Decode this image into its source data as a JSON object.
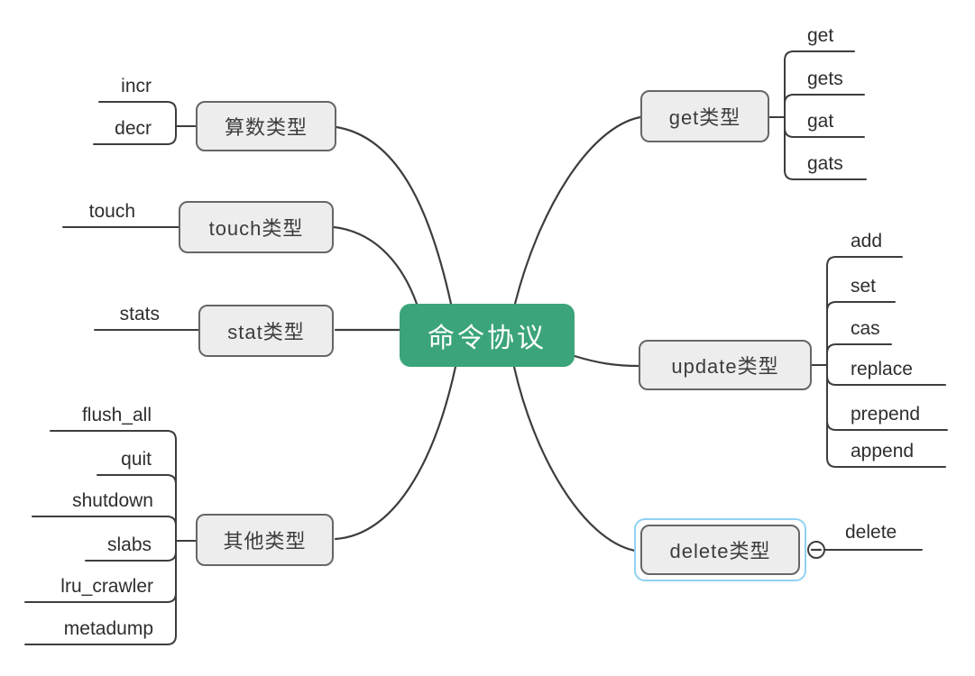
{
  "colors": {
    "green": "#3BA47A",
    "node-fill": "#EDEDED",
    "node-border": "#666666",
    "line": "#3D3D3D",
    "selection": "#8FD2F3",
    "text": "#2E2E2E"
  },
  "mindmap": {
    "root": {
      "label": "命令协议"
    },
    "branches": [
      {
        "label": "算数类型",
        "side": "left",
        "children": [
          "incr",
          "decr"
        ]
      },
      {
        "label": "touch类型",
        "side": "left",
        "children": [
          "touch"
        ]
      },
      {
        "label": "stat类型",
        "side": "left",
        "children": [
          "stats"
        ]
      },
      {
        "label": "其他类型",
        "side": "left",
        "children": [
          "flush_all",
          "quit",
          "shutdown",
          "slabs",
          "lru_crawler",
          "metadump"
        ]
      },
      {
        "label": "get类型",
        "side": "right",
        "children": [
          "get",
          "gets",
          "gat",
          "gats"
        ]
      },
      {
        "label": "update类型",
        "side": "right",
        "children": [
          "add",
          "set",
          "cas",
          "replace",
          "prepend",
          "append"
        ]
      },
      {
        "label": "delete类型",
        "side": "right",
        "selected": true,
        "collapse_icon": "minus",
        "children": [
          "delete"
        ]
      }
    ]
  }
}
